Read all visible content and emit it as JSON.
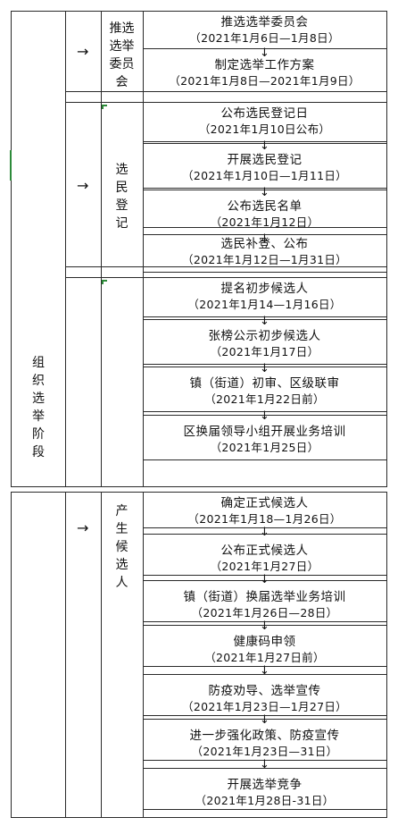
{
  "stage": [
    "组",
    "织",
    "选",
    "举",
    "阶",
    "段"
  ],
  "sections": [
    {
      "category": [
        "推选",
        "选举",
        "委员",
        "会"
      ],
      "steps": [
        {
          "title": "推选选举委员会",
          "date": "（2021年1月6日—1月8日）"
        },
        {
          "title": "制定选举工作方案",
          "date": "（2021年1月8日—2021年1月9日）"
        }
      ]
    },
    {
      "category": [
        "选",
        "民",
        "登",
        "记"
      ],
      "steps": [
        {
          "title": "公布选民登记日",
          "date": "（2021年1月10日公布）"
        },
        {
          "title": "开展选民登记",
          "date": "（2021年1月10日—1月11日）"
        },
        {
          "title": "公布选民名单",
          "date": "（2021年1月12日）"
        },
        {
          "title": "选民补登、公布",
          "date": "（2021年1月12日—1月31日）"
        }
      ]
    },
    {
      "category": [],
      "steps": [
        {
          "title": "提名初步候选人",
          "date": "（2021年1月14—1月16日）"
        },
        {
          "title": "张榜公示初步候选人",
          "date": "（2021年1月17日）"
        },
        {
          "title": "镇（街道）初审、区级联审",
          "date": "（2021年1月22日前）"
        },
        {
          "title": "区换届领导小组开展业务培训",
          "date": "（2021年1月25日）"
        }
      ]
    },
    {
      "category": [
        "产",
        "生",
        "候",
        "选",
        "人"
      ],
      "steps": [
        {
          "title": "确定正式候选人",
          "date": "（2021年1月18—1月26日）"
        },
        {
          "title": "公布正式候选人",
          "date": "（2021年1月27日）"
        },
        {
          "title": "镇（街道）换届选举业务培训",
          "date": "（2021年1月26日—28日）"
        },
        {
          "title": "健康码申领",
          "date": "（2021年1月27日前）"
        },
        {
          "title": "防疫劝导、选举宣传",
          "date": "（2021年1月23日—1月27日）"
        },
        {
          "title": "进一步强化政策、防疫宣传",
          "date": "（2021年1月23日—31日）"
        },
        {
          "title": "开展选举竞争",
          "date": "（2021年1月28日-31日）"
        }
      ]
    }
  ],
  "arrows": {
    "right": "→",
    "down": "↓"
  }
}
